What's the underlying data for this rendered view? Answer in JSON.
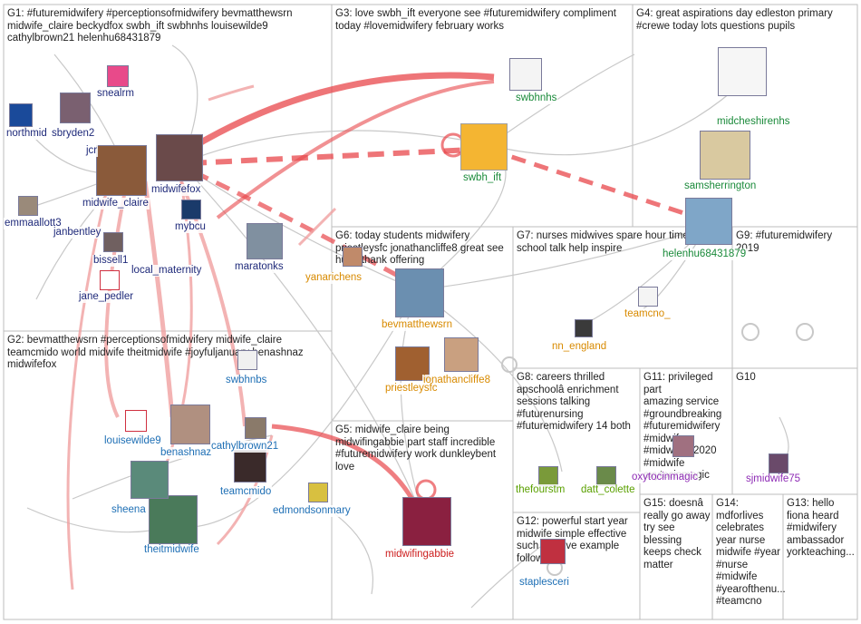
{
  "colors": {
    "edge_gray": "#c8c8c8",
    "edge_red": "#e8474b",
    "edge_pink": "#f0a0a0",
    "g1_label": "#1f2a7a",
    "g2_label": "#1e6fb5",
    "g3_label": "#1a8a3a",
    "g6_label": "#d88a00",
    "g8_label": "#5aa000",
    "g11_label": "#8e2bb5",
    "g5_label": "#cc1d1d",
    "g12_label": "#1e6fb5"
  },
  "groups": [
    {
      "id": "G1",
      "title": "G1: #futuremidwifery #perceptionsofmidwifery bevmatthewsrn\nmidwife_claire beckydfox swbh_ift swbhnhs louisewilde9\ncathylbrown21 helenhu68431879"
    },
    {
      "id": "G2",
      "title": "G2: bevmatthewsrn #perceptionsofmidwifery midwife_claire\nteamcmido world midwife theitmidwife #joyfuljanuary benashnaz\nmidwifefox"
    },
    {
      "id": "G3",
      "title": "G3: love swbh_ift everyone see #futuremidwifery compliment\ntoday #lovemidwifery february works"
    },
    {
      "id": "G4",
      "title": "G4: great aspirations day edleston primary\n#crewe today lots questions pupils"
    },
    {
      "id": "G5",
      "title": "G5: midwife_claire being\nmidwifingabbie part staff incredible\n#futuremidwifery work dunkleybent\nlove"
    },
    {
      "id": "G6",
      "title": "G6: today students midwifery\npriestleysfc jonathancliffe8 great see\nhuge thank offering"
    },
    {
      "id": "G7",
      "title": "G7: nurses midwives spare hour time give\nschool talk help inspire"
    },
    {
      "id": "G8",
      "title": "G8: careers thrilled\napschoolâ enrichment\nsessions talking\n#futurenursing\n#futuremidwifery 14 both"
    },
    {
      "id": "G9",
      "title": "G9: #futuremidwifery\n2019"
    },
    {
      "id": "G10",
      "title": "G10"
    },
    {
      "id": "G11",
      "title": "G11: privileged part\namazing service\n#groundbreaking\n#futuremidwifery\n#midwifery\n#midwifery2020\n#midwife\noxytocinmagic"
    },
    {
      "id": "G12",
      "title": "G12: powerful start year\nmidwife simple effective\nsuch positive example\nfollow"
    },
    {
      "id": "G13",
      "title": "G13: hello\nfiona heard\n#midwifery\nambassador\nyorkteaching..."
    },
    {
      "id": "G14",
      "title": "G14:\nmdforlives\ncelebrates\nyear nurse\nmidwife #year\n#nurse\n#midwife\n#yearofthenu...\n#teamcno"
    },
    {
      "id": "G15",
      "title": "G15: doesnâ\nreally go away\ntry see\nblessing\nkeeps check\nmatter"
    }
  ],
  "vertex_labels": [
    {
      "id": "northmid",
      "text": "northmid"
    },
    {
      "id": "sbryden2",
      "text": "sbryden2"
    },
    {
      "id": "snealrm",
      "text": "snealrm"
    },
    {
      "id": "jcr",
      "text": "jcr"
    },
    {
      "id": "midwifefox",
      "text": "midwifefox"
    },
    {
      "id": "midwife_claire",
      "text": "midwife_claire"
    },
    {
      "id": "emmaallott3",
      "text": "emmaallott3"
    },
    {
      "id": "janbentley",
      "text": "janbentley"
    },
    {
      "id": "mybcu",
      "text": "mybcu"
    },
    {
      "id": "bissell1",
      "text": "bissell1"
    },
    {
      "id": "local_maternity",
      "text": "local_maternity"
    },
    {
      "id": "maratonks",
      "text": "maratonks"
    },
    {
      "id": "jane_pedler",
      "text": "jane_pedler"
    },
    {
      "id": "swbhnhs",
      "text": "swbhnhs"
    },
    {
      "id": "swbh_ift",
      "text": "swbh_ift"
    },
    {
      "id": "midcheshirenhs",
      "text": "midcheshirenhs"
    },
    {
      "id": "samsherrington",
      "text": "samsherrington"
    },
    {
      "id": "helenhu68431879",
      "text": "helenhu68431879"
    },
    {
      "id": "yanarichens",
      "text": "yanarichens"
    },
    {
      "id": "bevmatthewsrn",
      "text": "bevmatthewsrn"
    },
    {
      "id": "teamcno_",
      "text": "teamcno_"
    },
    {
      "id": "nn_england",
      "text": "nn_england"
    },
    {
      "id": "jonathancliffe8",
      "text": "jonathancliffe8"
    },
    {
      "id": "priestleysfc",
      "text": "priestleysfc"
    },
    {
      "id": "swbhnbs",
      "text": "swbhnbs"
    },
    {
      "id": "louisewilde9",
      "text": "louisewilde9"
    },
    {
      "id": "benashnaz",
      "text": "benashnaz"
    },
    {
      "id": "cathylbrown21",
      "text": "cathylbrown21"
    },
    {
      "id": "teamcmido",
      "text": "teamcmido"
    },
    {
      "id": "sheena",
      "text": "sheena"
    },
    {
      "id": "edmondsonmary",
      "text": "edmondsonmary"
    },
    {
      "id": "theitmidwife",
      "text": "theitmidwife"
    },
    {
      "id": "midwifingabbie",
      "text": "midwifingabbie"
    },
    {
      "id": "thefourstm",
      "text": "thefourstm"
    },
    {
      "id": "datt_colette",
      "text": "datt_colette"
    },
    {
      "id": "oxytocinmagic",
      "text": "oxytocinmagic"
    },
    {
      "id": "sjmidwife75",
      "text": "sjmidwife75"
    },
    {
      "id": "staplesceri",
      "text": "staplesceri"
    }
  ]
}
